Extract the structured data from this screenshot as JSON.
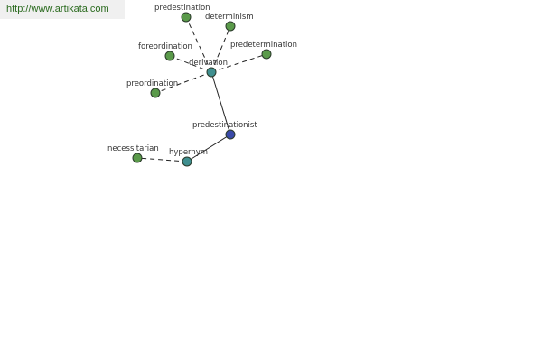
{
  "site": {
    "url": "http://www.artikata.com"
  },
  "colors": {
    "leaf_node": "#5a9a4a",
    "hub_node": "#3f8f8f",
    "center_node": "#3a4aa8",
    "url_text": "#2a6a1e"
  },
  "graph": {
    "nodes": [
      {
        "id": "predestination",
        "label": "predestination",
        "kind": "leaf"
      },
      {
        "id": "determinism",
        "label": "determinism",
        "kind": "leaf"
      },
      {
        "id": "foreordination",
        "label": "foreordination",
        "kind": "leaf"
      },
      {
        "id": "predetermination",
        "label": "predetermination",
        "kind": "leaf"
      },
      {
        "id": "derivation",
        "label": "derivation",
        "kind": "hub"
      },
      {
        "id": "preordination",
        "label": "preordination",
        "kind": "leaf"
      },
      {
        "id": "predestinationist",
        "label": "predestinationist",
        "kind": "center"
      },
      {
        "id": "necessitarian",
        "label": "necessitarian",
        "kind": "leaf"
      },
      {
        "id": "hypernym",
        "label": "hypernym",
        "kind": "hub"
      }
    ],
    "edges": [
      {
        "from": "derivation",
        "to": "predestination",
        "style": "dashed"
      },
      {
        "from": "derivation",
        "to": "determinism",
        "style": "dashed"
      },
      {
        "from": "derivation",
        "to": "foreordination",
        "style": "dashed"
      },
      {
        "from": "derivation",
        "to": "predetermination",
        "style": "dashed"
      },
      {
        "from": "derivation",
        "to": "preordination",
        "style": "dashed"
      },
      {
        "from": "derivation",
        "to": "predestinationist",
        "style": "solid"
      },
      {
        "from": "hypernym",
        "to": "predestinationist",
        "style": "solid"
      },
      {
        "from": "hypernym",
        "to": "necessitarian",
        "style": "dashed"
      }
    ]
  }
}
